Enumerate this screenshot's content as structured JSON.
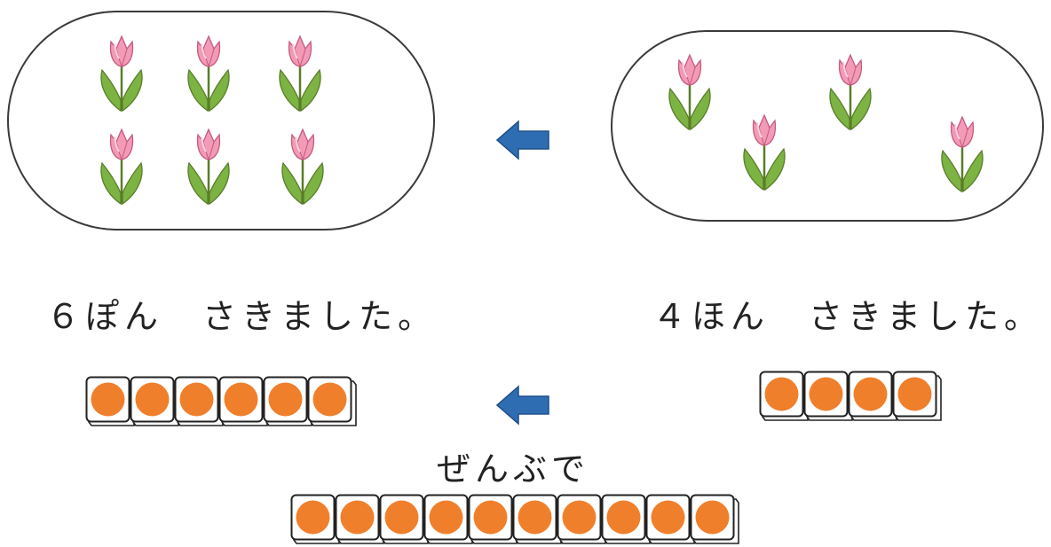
{
  "colors": {
    "tulip_petal": "#f29ab6",
    "tulip_petal_edge": "#c45a7e",
    "leaf": "#7cb342",
    "leaf_edge": "#5a7d2a",
    "arrow": "#2f6db3",
    "counter": "#f07f2c"
  },
  "left_group": {
    "tulip_count": 6
  },
  "right_group": {
    "tulip_count": 4
  },
  "captions": {
    "left": "６ぽん　さきました。",
    "right": "４ほん　さきました。",
    "total": "ぜんぶで"
  },
  "counters": {
    "left_count": 6,
    "right_count": 4,
    "total_count": 10
  },
  "icons": {
    "tulip": "tulip-icon",
    "arrow": "left-arrow-icon",
    "counter": "counter-block-icon"
  }
}
